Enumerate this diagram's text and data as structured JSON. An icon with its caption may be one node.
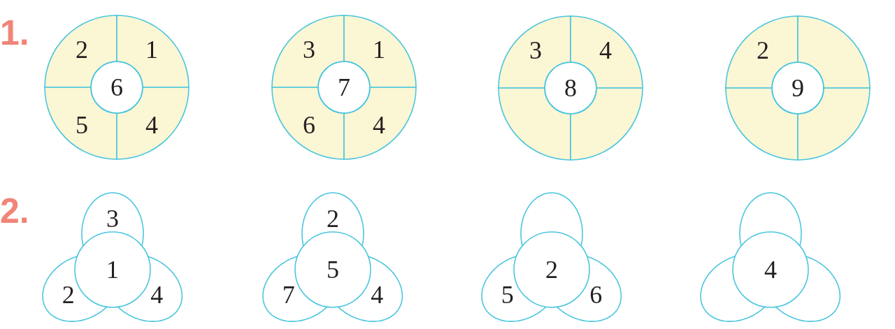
{
  "diagram": {
    "nodes": [
      {
        "text": [
          "2"
        ]
      },
      {
        "text": [
          "1"
        ]
      },
      {
        "text": [
          "6"
        ]
      },
      {
        "text": [
          "5"
        ]
      },
      {
        "text": [
          "4"
        ]
      },
      {
        "text": [
          "3"
        ]
      },
      {
        "text": [
          "1"
        ]
      },
      {
        "text": [
          "7"
        ]
      },
      {
        "text": [
          "6"
        ]
      },
      {
        "text": [
          "4"
        ]
      },
      {
        "text": [
          "3"
        ]
      },
      {
        "text": [
          "4"
        ]
      },
      {
        "text": [
          "8"
        ]
      },
      {
        "text": [],
        "shape": "sector"
      },
      {
        "text": [],
        "shape": "sector"
      },
      {
        "text": [
          "2"
        ]
      },
      {
        "text": [],
        "shape": "sector"
      },
      {
        "text": [
          "9"
        ]
      },
      {
        "text": [],
        "shape": "sector"
      },
      {
        "text": [],
        "shape": "sector"
      },
      {
        "text": [
          "3"
        ]
      },
      {
        "text": [
          "1"
        ]
      },
      {
        "text": [
          "2"
        ]
      },
      {
        "text": [
          "4"
        ]
      },
      {
        "text": [
          "2"
        ]
      },
      {
        "text": [
          "5"
        ]
      },
      {
        "text": [
          "7"
        ]
      },
      {
        "text": [
          "4"
        ]
      },
      {
        "text": [],
        "shape": "petal"
      },
      {
        "text": [
          "2"
        ]
      },
      {
        "text": [
          "5"
        ]
      },
      {
        "text": [
          "6"
        ]
      },
      {
        "text": [],
        "shape": "petal"
      },
      {
        "text": [
          "4"
        ]
      },
      {
        "text": [],
        "shape": "petal"
      },
      {
        "text": [],
        "shape": "petal"
      }
    ],
    "labels": [
      "1.",
      "2."
    ]
  }
}
